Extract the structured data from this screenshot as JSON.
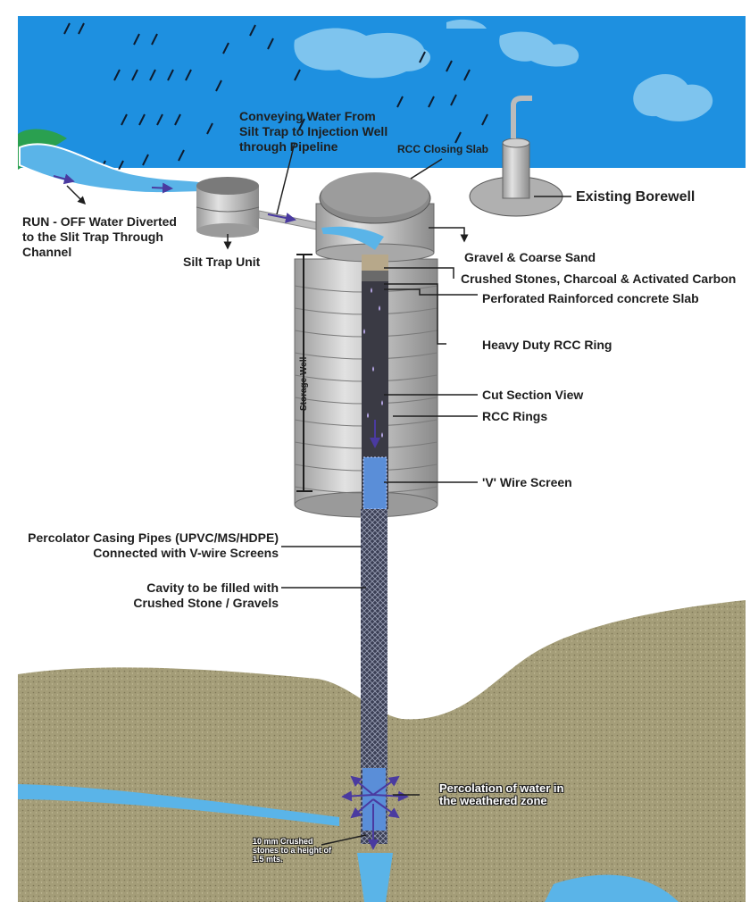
{
  "labels": {
    "conveying": "Conveying Water From\nSilt Trap to Injection Well\nthrough Pipeline",
    "rcc_closing_slab": "RCC Closing Slab",
    "existing_borewell": "Existing Borewell",
    "runoff": "RUN - OFF Water Diverted\nto the Slit Trap Through\nChannel",
    "silt_trap": "Silt Trap Unit",
    "gravel": "Gravel & Coarse Sand",
    "crushed_stones": "Crushed Stones, Charcoal & Activated Carbon",
    "perforated_slab": "Perforated Rainforced concrete Slab",
    "heavy_ring": "Heavy Duty RCC Ring",
    "storage_well": "Storage Well",
    "cut_section": "Cut Section View",
    "rcc_rings": "RCC Rings",
    "v_wire": "'V' Wire Screen",
    "casing": "Percolator Casing Pipes (UPVC/MS/HDPE)\nConnected with V-wire Screens",
    "cavity": "Cavity to be filled with\nCrushed Stone / Gravels",
    "percolation": "Percolation of water in\nthe weathered zone",
    "crushed_10mm": "10 mm Crushed\nstones to a height of\n1.5 mts."
  },
  "colors": {
    "sky": "#1e90e0",
    "cloud": "#7ec4ee",
    "water": "#5ab4e8",
    "soil": "#a49d78",
    "concrete": "#c8c8c8",
    "arrow": "#4a3aa0"
  }
}
